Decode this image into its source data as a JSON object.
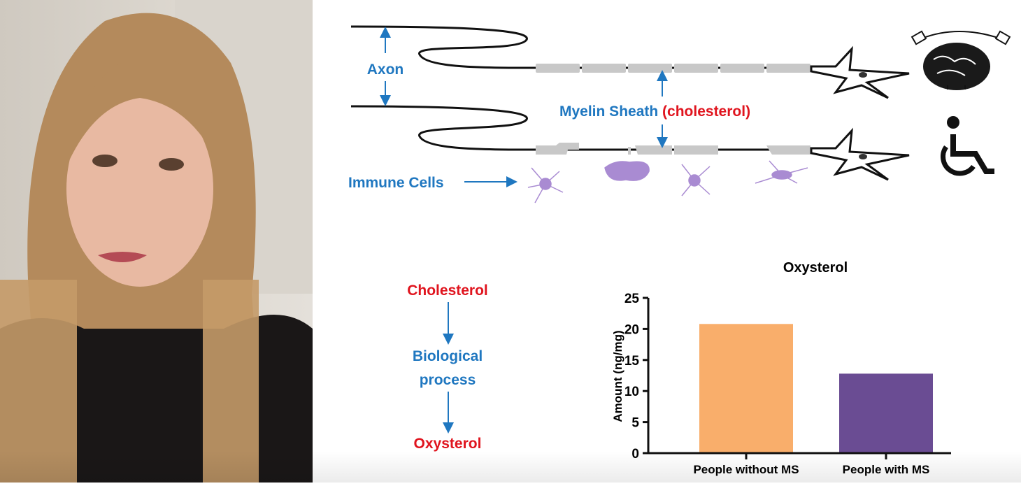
{
  "diagram": {
    "axon_label": "Axon",
    "myelin_label": "Myelin Sheath",
    "myelin_note": "(cholesterol)",
    "immune_label": "Immune Cells",
    "icons": [
      "healthy-brain-icon",
      "wheelchair-icon"
    ]
  },
  "pathway": {
    "start": "Cholesterol",
    "middle_line1": "Biological",
    "middle_line2": "process",
    "end": "Oxysterol"
  },
  "colors": {
    "blue": "#1f77c0",
    "red": "#e0141e",
    "orange": "#f9ae6b",
    "purple": "#6a4c93"
  },
  "chart_data": {
    "type": "bar",
    "title": "Oxysterol",
    "xlabel": "",
    "ylabel": "Amount (ng/mg)",
    "categories": [
      "People without MS",
      "People with MS"
    ],
    "values": [
      20.8,
      12.8
    ],
    "colors": [
      "#f9ae6b",
      "#6a4c93"
    ],
    "ylim": [
      0,
      25
    ],
    "yticks": [
      "0",
      "5",
      "10",
      "15",
      "20",
      "25"
    ],
    "grid": false
  }
}
